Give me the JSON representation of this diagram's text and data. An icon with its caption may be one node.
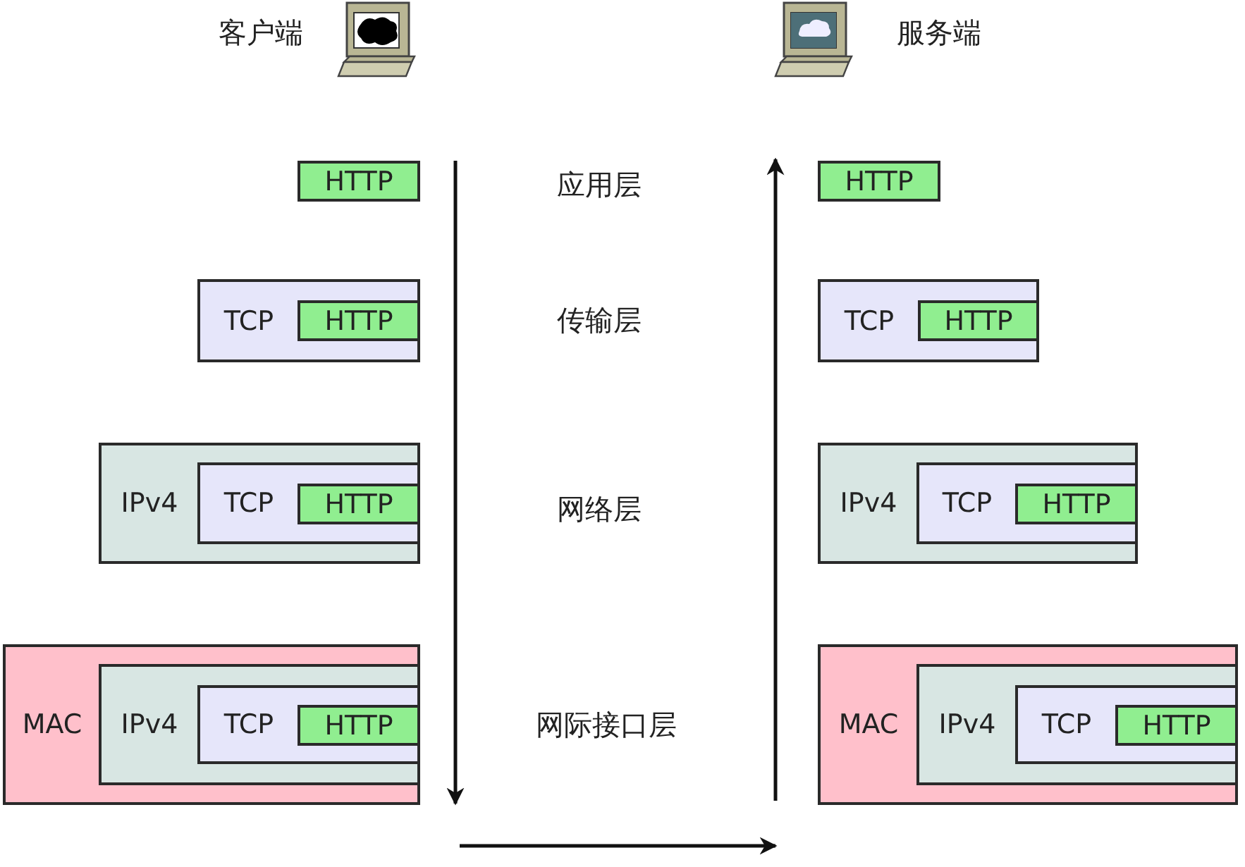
{
  "diagram": {
    "nodes": [
      {
        "text": [
          "HTTP"
        ]
      },
      {
        "text": [
          "HTTP"
        ]
      },
      {
        "text": [
          "TCP"
        ]
      },
      {
        "text": [
          "HTTP"
        ],
        "in": 2
      },
      {
        "text": [
          "TCP"
        ]
      },
      {
        "text": [
          "HTTP"
        ],
        "in": 4
      },
      {
        "text": [
          "IPv4"
        ]
      },
      {
        "text": [
          "TCP"
        ],
        "in": 6
      },
      {
        "text": [
          "HTTP"
        ],
        "in": 7
      },
      {
        "text": [
          "IPv4"
        ]
      },
      {
        "text": [
          "TCP"
        ],
        "in": 9
      },
      {
        "text": [
          "HTTP"
        ],
        "in": 10
      },
      {
        "text": [
          "MAC"
        ]
      },
      {
        "text": [
          "IPv4"
        ],
        "in": 12
      },
      {
        "text": [
          "TCP"
        ],
        "in": 13
      },
      {
        "text": [
          "HTTP"
        ],
        "in": 14
      },
      {
        "text": [
          "MAC"
        ]
      },
      {
        "text": [
          "IPv4"
        ],
        "in": 16
      },
      {
        "text": [
          "TCP"
        ],
        "in": 17
      },
      {
        "text": [
          "HTTP"
        ],
        "in": 18
      }
    ],
    "edges": [],
    "labels": [
      "客户端",
      "服务端",
      "应用层",
      "传输层",
      "网络层",
      "网际接口层"
    ]
  }
}
